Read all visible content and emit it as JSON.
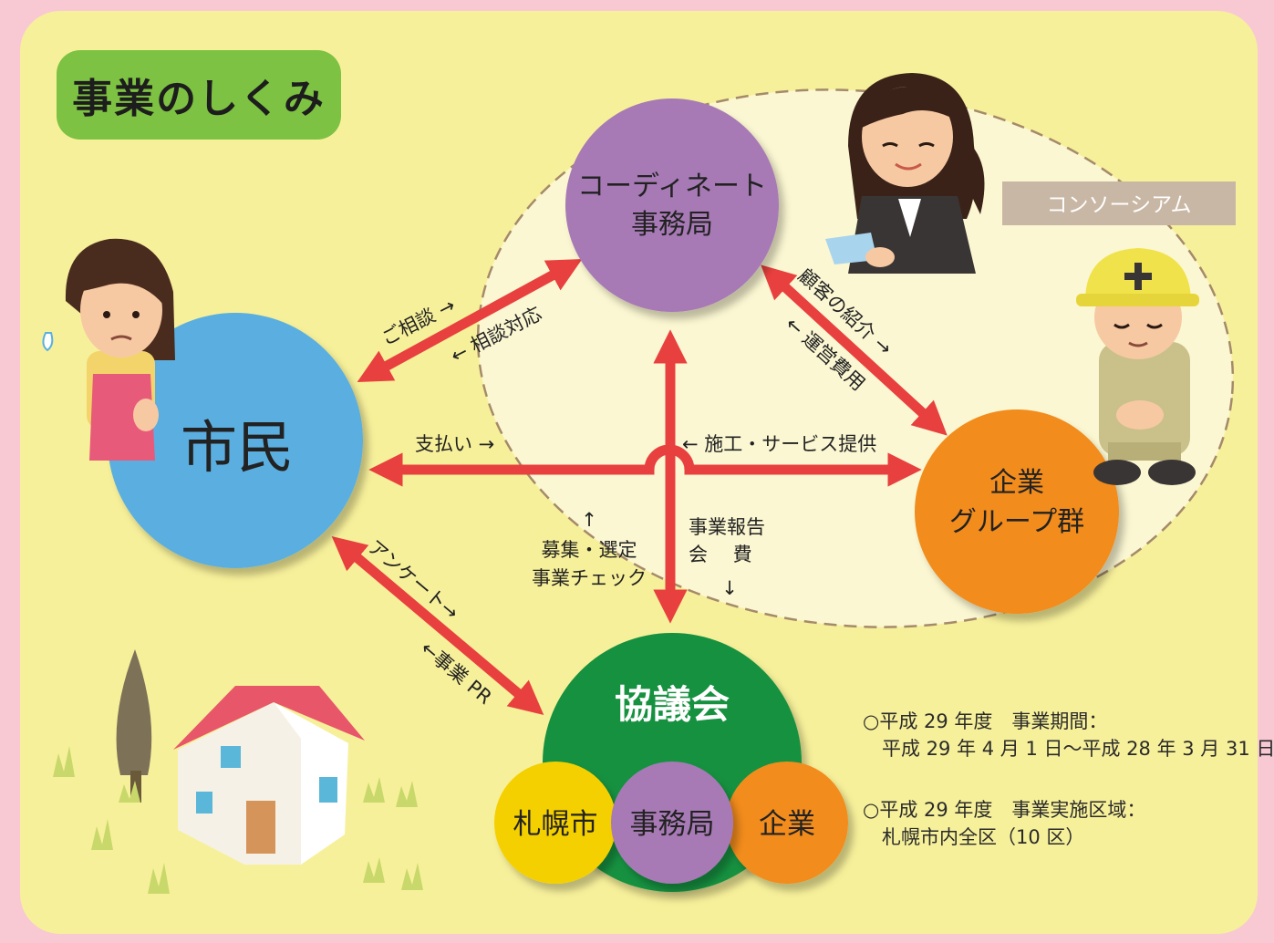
{
  "title": "事業のしくみ",
  "consortium_label": "コンソーシアム",
  "nodes": {
    "citizen": "市民",
    "coordinate_line1": "コーディネート",
    "coordinate_line2": "事務局",
    "company_line1": "企業",
    "company_line2": "グループ群",
    "council": "協議会",
    "sapporo": "札幌市",
    "office": "事務局",
    "enterprise": "企業"
  },
  "flows": {
    "consult": "ご相談 →",
    "consult_response": "← 相談対応",
    "customer_intro": "顧客の紹介 →",
    "operating_cost": "← 運営費用",
    "payment": "支払い →",
    "construction": "← 施工・サービス提供",
    "recruit_arrow": "↑",
    "recruit_line1": "募集・選定",
    "recruit_line2": "事業チェック",
    "report_line1": "事業報告",
    "report_line2": "会　 費",
    "report_arrow": "↓",
    "survey": "アンケート→",
    "pr": "←事業 PR"
  },
  "info": {
    "period_line1": "○平成 29 年度　事業期間：",
    "period_line2": "　平成 29 年 4 月 1 日〜平成 28 年 3 月 31 日",
    "area_line1": "○平成 29 年度　事業実施区域：",
    "area_line2": "　札幌市内全区（10 区）"
  },
  "colors": {
    "background": "#f7f09a",
    "border": "#f8c9d3",
    "title_badge": "#7dc242",
    "consortium_ellipse": "#fbf7d2",
    "citizen": "#5aafe0",
    "coordinate": "#a77ab5",
    "company": "#f28c1f",
    "council": "#17913f",
    "sapporo": "#f5d000",
    "enterprise": "#f28c1f",
    "arrow": "#e8403e",
    "label_box": "#c8b7a4"
  },
  "icons": [
    "worried-woman-icon",
    "office-woman-icon",
    "construction-worker-icon",
    "house-icon",
    "tree-icon",
    "grass-icon"
  ]
}
